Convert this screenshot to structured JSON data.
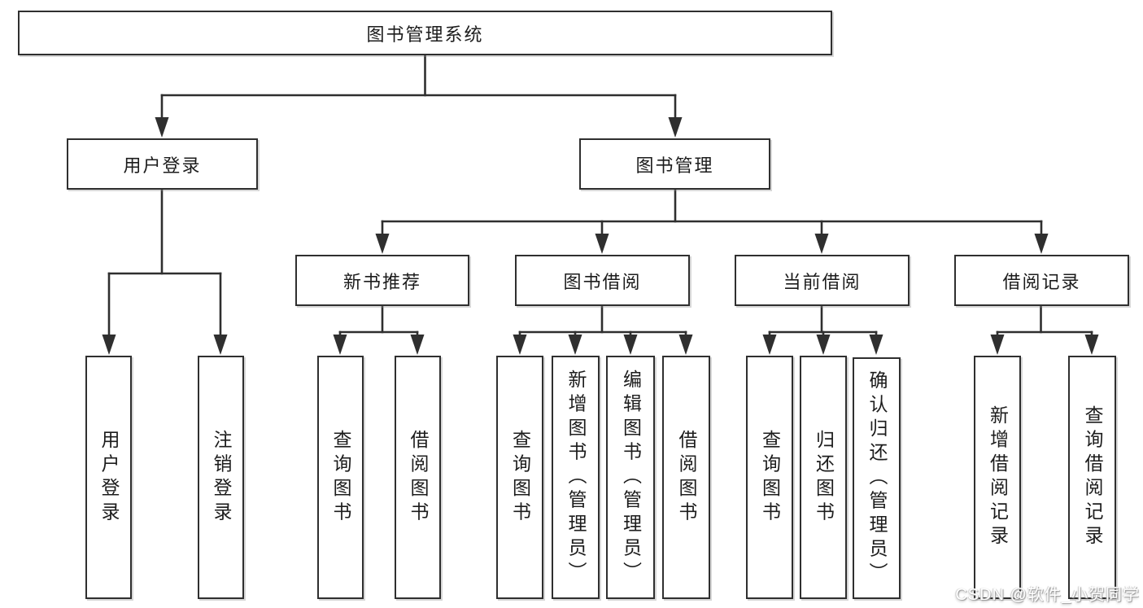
{
  "tree": {
    "label": "图书管理系统",
    "children": [
      {
        "label": "用户登录",
        "children": [
          {
            "label": "用户登录"
          },
          {
            "label": "注销登录"
          }
        ]
      },
      {
        "label": "图书管理",
        "children": [
          {
            "label": "新书推荐",
            "children": [
              {
                "label": "查询图书"
              },
              {
                "label": "借阅图书"
              }
            ]
          },
          {
            "label": "图书借阅",
            "children": [
              {
                "label": "查询图书"
              },
              {
                "label": "新增图书（管理员）"
              },
              {
                "label": "编辑图书（管理员）"
              },
              {
                "label": "借阅图书"
              }
            ]
          },
          {
            "label": "当前借阅",
            "children": [
              {
                "label": "查询图书"
              },
              {
                "label": "归还图书"
              },
              {
                "label": "确认归还（管理员）"
              }
            ]
          },
          {
            "label": "借阅记录",
            "children": [
              {
                "label": "新增借阅记录"
              },
              {
                "label": "查询借阅记录"
              }
            ]
          }
        ]
      }
    ]
  },
  "watermark": {
    "text": "CSDN @软件_小贺同学"
  },
  "colors": {
    "line": "#2f2f2f",
    "box_border": "#2f2f2f",
    "text": "#1c1c1c",
    "background": "#ffffff",
    "watermark_text": "#ffffff"
  }
}
